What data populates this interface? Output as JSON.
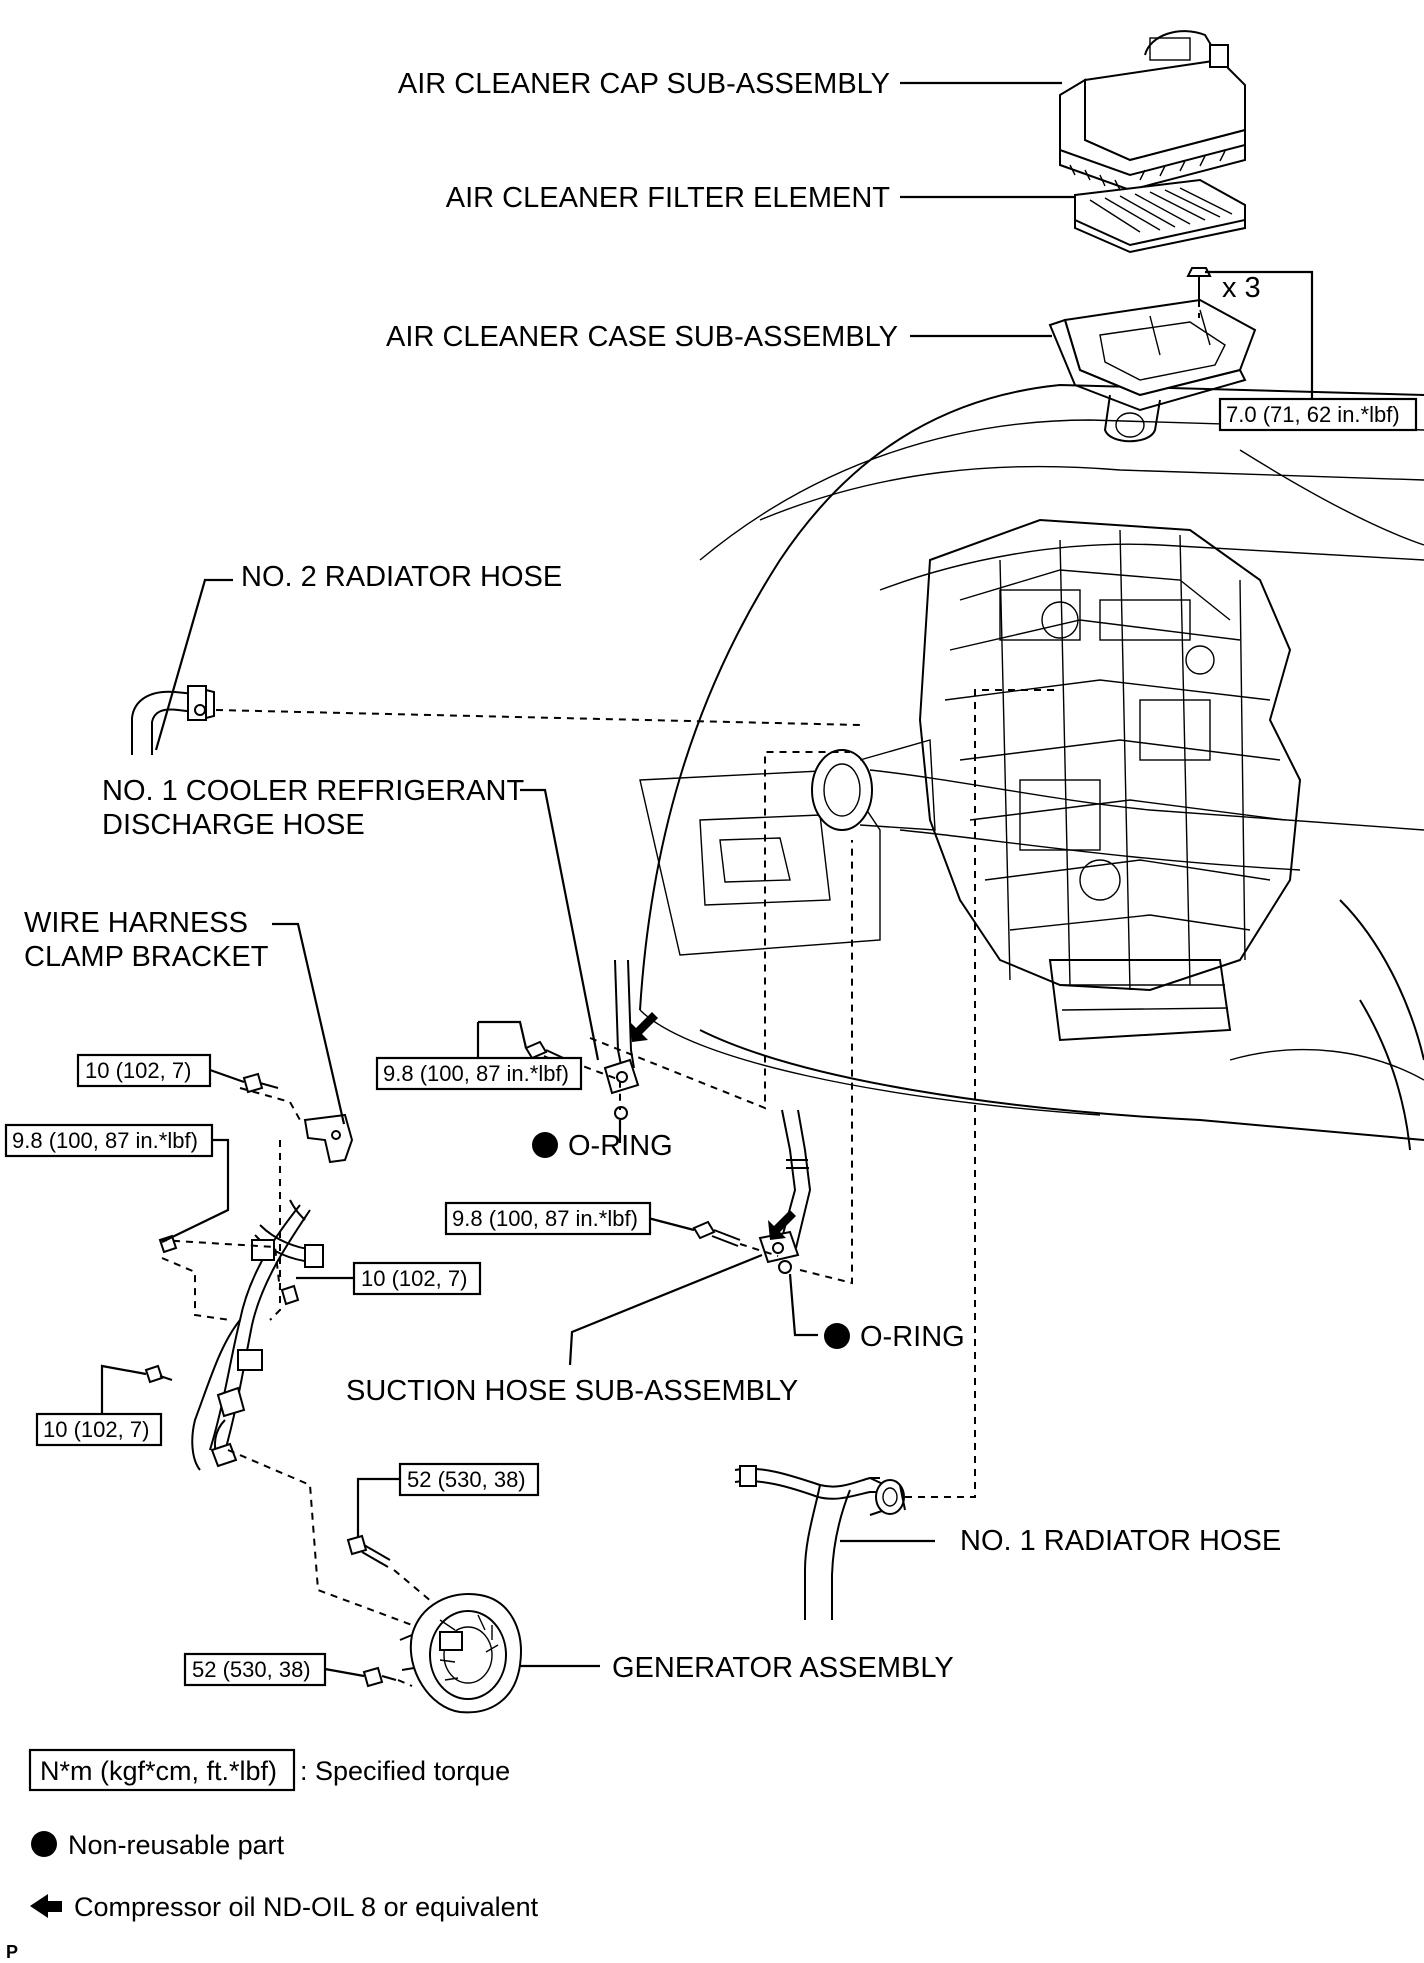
{
  "parts": {
    "air_cleaner_cap": "AIR CLEANER CAP SUB-ASSEMBLY",
    "air_cleaner_filter": "AIR CLEANER FILTER ELEMENT",
    "air_cleaner_case": "AIR CLEANER CASE SUB-ASSEMBLY",
    "case_bolt_qty": "x 3",
    "no2_radiator_hose": "NO. 2 RADIATOR HOSE",
    "discharge_hose_line1": "NO. 1 COOLER REFRIGERANT",
    "discharge_hose_line2": "DISCHARGE HOSE",
    "wire_harness_line1": "WIRE HARNESS",
    "wire_harness_line2": "CLAMP BRACKET",
    "o_ring_upper": "O-RING",
    "o_ring_lower": "O-RING",
    "suction_hose": "SUCTION HOSE SUB-ASSEMBLY",
    "no1_radiator_hose": "NO. 1 RADIATOR HOSE",
    "generator": "GENERATOR ASSEMBLY"
  },
  "torques": {
    "case_bolts": "7.0 (71, 62 in.*lbf)",
    "discharge_hose_bolt": "9.8 (100, 87 in.*lbf)",
    "bracket_bolt": "10 (102, 7)",
    "harness_bolt_left": "9.8 (100, 87 in.*lbf)",
    "suction_hose_bolt": "9.8 (100, 87 in.*lbf)",
    "harness_nut": "10 (102, 7)",
    "harness_bolt_lower": "10 (102, 7)",
    "generator_bolt_upper": "52 (530, 38)",
    "generator_bolt_lower": "52 (530, 38)"
  },
  "legend": {
    "torque_box": "N*m (kgf*cm, ft.*lbf)",
    "torque_desc": ": Specified torque",
    "nonreusable": "Non-reusable part",
    "compressor_oil": "Compressor oil ND-OIL 8 or equivalent"
  },
  "corner_mark": "P"
}
